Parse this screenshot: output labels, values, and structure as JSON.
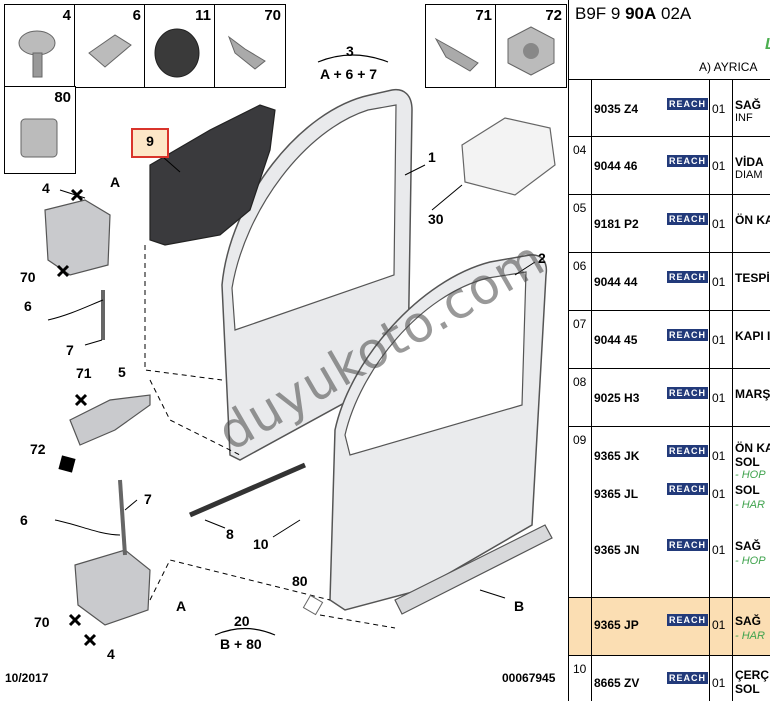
{
  "diagram": {
    "thumbs": [
      {
        "num": "4"
      },
      {
        "num": "6"
      },
      {
        "num": "11"
      },
      {
        "num": "70"
      },
      {
        "num": "80"
      },
      {
        "num": "71"
      },
      {
        "num": "72"
      }
    ],
    "callouts": {
      "c1": "1",
      "c2": "2",
      "c3": "3",
      "c3sub": "A + 6 + 7",
      "c30": "30",
      "c9": "9",
      "c8": "8",
      "c10": "10",
      "c20": "20",
      "c20sub": "B + 80",
      "cA1": "A",
      "cA2": "A",
      "cB": "B",
      "c4a": "4",
      "c4b": "4",
      "c70a": "70",
      "c70b": "70",
      "c6a": "6",
      "c6b": "6",
      "c7a": "7",
      "c7b": "7",
      "c71": "71",
      "c72": "72",
      "c5": "5",
      "c80": "80"
    },
    "watermark": "duyukoto.com",
    "date": "10/2017",
    "code": "00067945"
  },
  "panel": {
    "title_prefix": "B9F 9 ",
    "title_bold": "90A",
    "title_suffix": " 02A",
    "green_mark": "L",
    "note": "A) AYRICA",
    "reach_label": "REACH",
    "rows": [
      {
        "rn": "",
        "items": [
          {
            "pn": "9035 Z4",
            "qty": "01",
            "desc": "SAĞ",
            "sub": "INF"
          }
        ]
      },
      {
        "rn": "04",
        "items": [
          {
            "pn": "9044 46",
            "qty": "01",
            "desc": "VİDA",
            "sub": "DIAM"
          }
        ]
      },
      {
        "rn": "05",
        "items": [
          {
            "pn": "9181 P2",
            "qty": "01",
            "desc": "ÖN KA"
          }
        ]
      },
      {
        "rn": "06",
        "items": [
          {
            "pn": "9044 44",
            "qty": "01",
            "desc": "TESPİ"
          }
        ]
      },
      {
        "rn": "07",
        "items": [
          {
            "pn": "9044 45",
            "qty": "01",
            "desc": "KAPI I"
          }
        ]
      },
      {
        "rn": "08",
        "items": [
          {
            "pn": "9025 H3",
            "qty": "01",
            "desc": "MARŞ"
          }
        ]
      },
      {
        "rn": "09",
        "items": [
          {
            "pn": "9365 JK",
            "qty": "01",
            "desc": "ÖN KA",
            "desc2": "SOL",
            "green": "- HOP"
          },
          {
            "pn": "9365 JL",
            "qty": "01",
            "desc": "SOL",
            "green": "- HAR"
          },
          {
            "pn": "9365 JN",
            "qty": "01",
            "desc": "SAĞ",
            "green": "- HOP"
          }
        ]
      },
      {
        "rn": "",
        "hl": true,
        "items": [
          {
            "pn": "9365 JP",
            "qty": "01",
            "desc": "SAĞ",
            "green": "- HAR"
          }
        ]
      },
      {
        "rn": "10",
        "items": [
          {
            "pn": "8665 ZV",
            "qty": "01",
            "desc": "ÇERÇ",
            "desc2": "SOL"
          }
        ]
      }
    ]
  }
}
